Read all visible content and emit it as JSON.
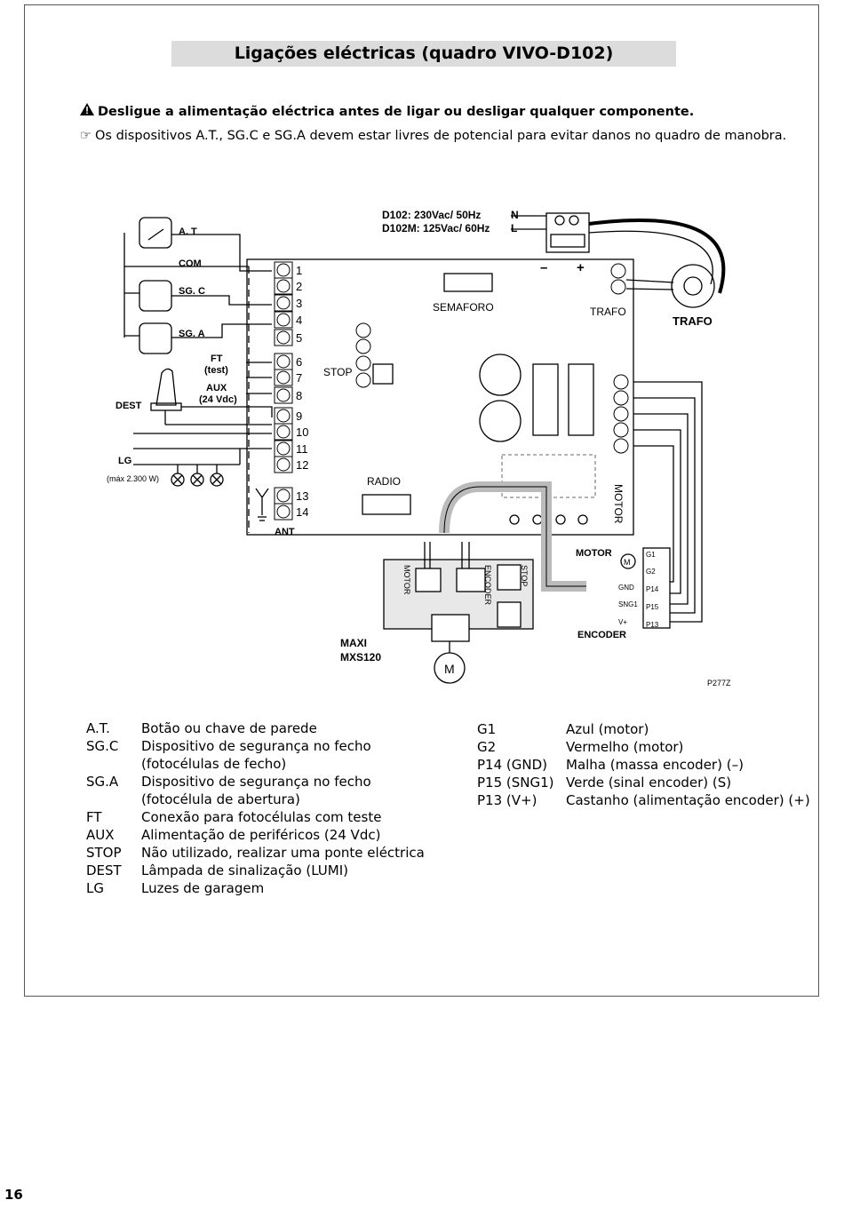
{
  "title": "Ligações eléctricas (quadro VIVO-D102)",
  "warning": "Desligue a alimentação eléctrica antes de ligar ou desligar qualquer componente.",
  "note": "Os dispositivos A.T., SG.C e SG.A devem estar livres de potencial para evitar danos no quadro de manobra.",
  "diagram": {
    "supply_d102": "D102:   230Vac/ 50Hz",
    "supply_d102m": "D102M: 125Vac/ 60Hz",
    "n": "N",
    "l": "L",
    "at": "A. T",
    "com": "COM",
    "sgc": "SG. C",
    "sga": "SG. A",
    "ft": "FT",
    "ft_test": "(test)",
    "aux": "AUX",
    "aux_v": "(24 Vdc)",
    "dest": "DEST",
    "lg": "LG",
    "lg_max": "(máx 2.300 W)",
    "stop": "STOP",
    "semaforo": "SEMAFORO",
    "trafo_board": "TRAFO",
    "trafo": "TRAFO",
    "radio": "RADIO",
    "motor_board": "MOTOR",
    "ant": "ANT",
    "terminals": [
      "1",
      "2",
      "3",
      "4",
      "5",
      "6",
      "7",
      "8",
      "9",
      "10",
      "11",
      "12",
      "13",
      "14"
    ],
    "maxi": "MAXI",
    "mxs": "MXS120",
    "motor_label": "MOTOR",
    "encoder_label": "ENCODER",
    "enc_pins": [
      "G1",
      "G2",
      "GND",
      "SNG1",
      "V+"
    ],
    "enc_terms": [
      "G1",
      "G2",
      "P14",
      "P15",
      "P13"
    ],
    "minus": "–",
    "plus": "+",
    "m": "M",
    "mxs_motor": "MOTOR",
    "mxs_encoder": "ENCODER",
    "mxs_stop": "STOP",
    "code": "P277Z"
  },
  "legend_left": [
    {
      "k": "A.T.",
      "v": "Botão ou chave de parede"
    },
    {
      "k": "SG.C",
      "v": "Dispositivo de segurança no fecho"
    },
    {
      "k": "",
      "v": "(fotocélulas de fecho)"
    },
    {
      "k": "SG.A",
      "v": "Dispositivo de segurança no fecho"
    },
    {
      "k": "",
      "v": "(fotocélula de abertura)"
    },
    {
      "k": "FT",
      "v": "Conexão para fotocélulas com teste"
    },
    {
      "k": "AUX",
      "v": "Alimentação de periféricos (24 Vdc)"
    },
    {
      "k": "STOP",
      "v": "Não utilizado, realizar uma ponte eléctrica"
    },
    {
      "k": "DEST",
      "v": "Lâmpada de sinalização (LUMI)"
    },
    {
      "k": "LG",
      "v": "Luzes de garagem"
    }
  ],
  "legend_right": [
    {
      "k": "G1",
      "v": "Azul (motor)"
    },
    {
      "k": "G2",
      "v": "Vermelho (motor)"
    },
    {
      "k": "P14 (GND)",
      "v": "Malha (massa encoder) (–)"
    },
    {
      "k": "P15 (SNG1)",
      "v": "Verde (sinal encoder) (S)"
    },
    {
      "k": "P13 (V+)",
      "v": "Castanho (alimentação encoder) (+)"
    }
  ],
  "page_number": "16",
  "icons": [
    "warning-icon",
    "pointing-hand-icon"
  ]
}
